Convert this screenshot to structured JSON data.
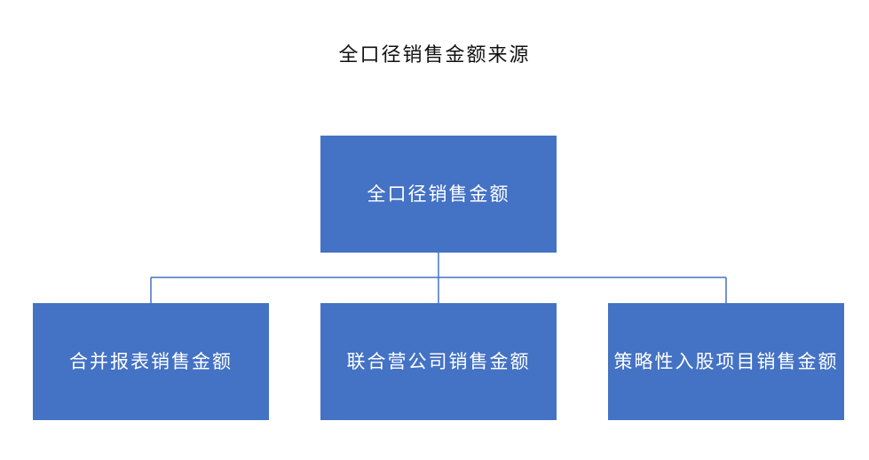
{
  "title": "全口径销售金额来源",
  "root": {
    "label": "全口径销售金额"
  },
  "children": [
    {
      "label": "合并报表销售金额"
    },
    {
      "label": "联合营公司销售金额"
    },
    {
      "label": "策略性入股项目销售金额"
    }
  ],
  "colors": {
    "box_fill": "#4472C4",
    "connector": "#4472C4",
    "box_text": "#ffffff"
  }
}
